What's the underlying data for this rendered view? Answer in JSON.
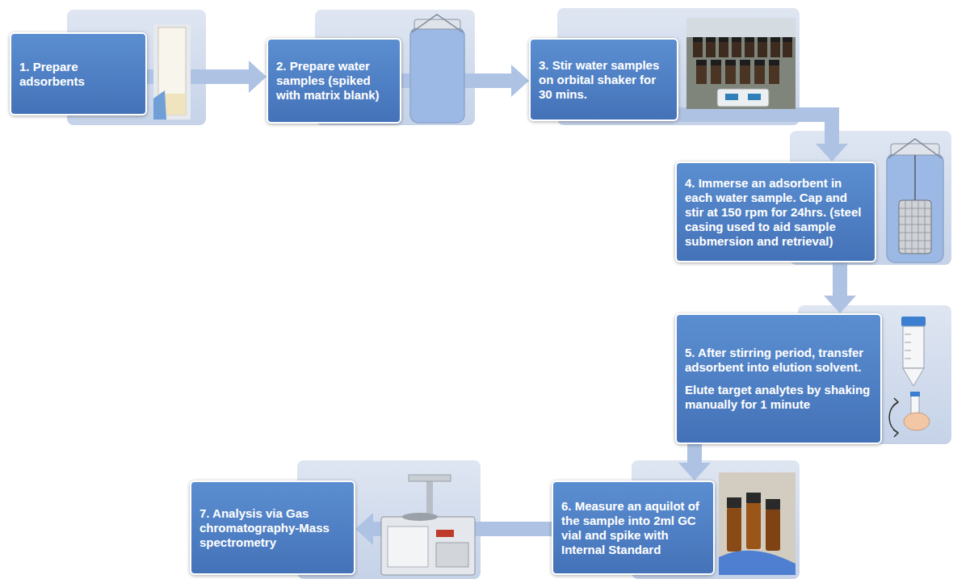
{
  "diagram": {
    "nodes": [
      {
        "text": [
          "1. Prepare adsorbents"
        ]
      },
      {
        "text": [
          "2. Prepare water samples (spiked with matrix blank)"
        ]
      },
      {
        "text": [
          "3. Stir water samples on orbital shaker for 30 mins."
        ]
      },
      {
        "text": [
          "4. Immerse an adsorbent in each water sample. Cap and stir at 150 rpm for 24hrs. (steel casing used to aid sample submersion and retrieval)"
        ]
      },
      {
        "text": [
          "5. After stirring period, transfer adsorbent into elution solvent.",
          "Elute target analytes by shaking manually for 1 minute"
        ]
      },
      {
        "text": [
          "6. Measure an aquilot of the sample into 2ml GC vial and spike with Internal Standard"
        ]
      },
      {
        "text": [
          "7. Analysis via Gas chromatography-Mass spectrometry"
        ]
      }
    ],
    "edges": [
      {
        "from": 0,
        "to": 1,
        "arrow": "to"
      },
      {
        "from": 1,
        "to": 2,
        "arrow": "to"
      },
      {
        "from": 2,
        "to": 3,
        "arrow": "to"
      },
      {
        "from": 3,
        "to": 4,
        "arrow": "to"
      },
      {
        "from": 4,
        "to": 5,
        "arrow": "to"
      },
      {
        "from": 5,
        "to": 6,
        "arrow": "to"
      }
    ]
  }
}
